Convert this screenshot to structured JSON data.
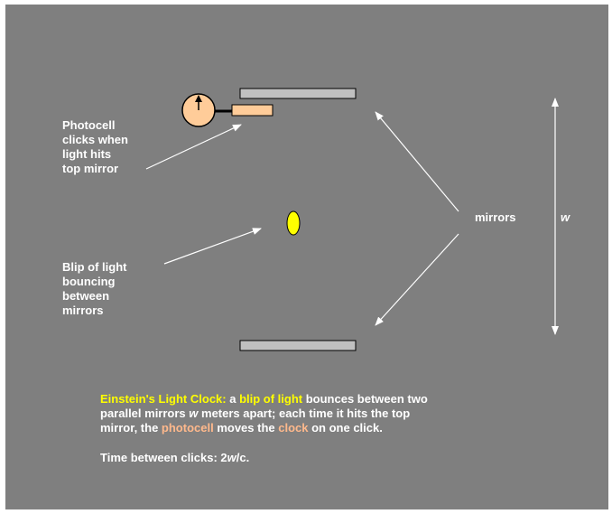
{
  "colors": {
    "background": "#7f7f7f",
    "mirror": "#c0c0c0",
    "photocell": "#ffcc99",
    "blip": "#ffff00",
    "arrow": "#ffffff",
    "caption_yellow": "#ffff00",
    "caption_orange": "#ffb98c"
  },
  "labels": {
    "photocell": [
      "Photocell",
      "clicks when",
      "light hits",
      "top mirror"
    ],
    "blip": [
      "Blip of light",
      "bouncing",
      "between",
      "mirrors"
    ],
    "mirrors": "mirrors",
    "w": "w"
  },
  "caption": {
    "title": "Einstein's Light Clock:",
    "text1": " a ",
    "blip_phrase": "blip of light",
    "text2": " bounces between two",
    "line2a": "parallel mirrors ",
    "line2_w": "w",
    "line2b": " meters apart; each time it hits the top",
    "line3a": "mirror, the ",
    "photocell_word": "photocell",
    "line3b": " moves the ",
    "clock_word": "clock",
    "line3c": " on one click.",
    "time_a": "Time between clicks:  2",
    "time_w": "w",
    "time_b": "/c."
  },
  "icons": [
    "clock-icon",
    "photocell-icon",
    "top-mirror",
    "bottom-mirror",
    "light-blip"
  ]
}
